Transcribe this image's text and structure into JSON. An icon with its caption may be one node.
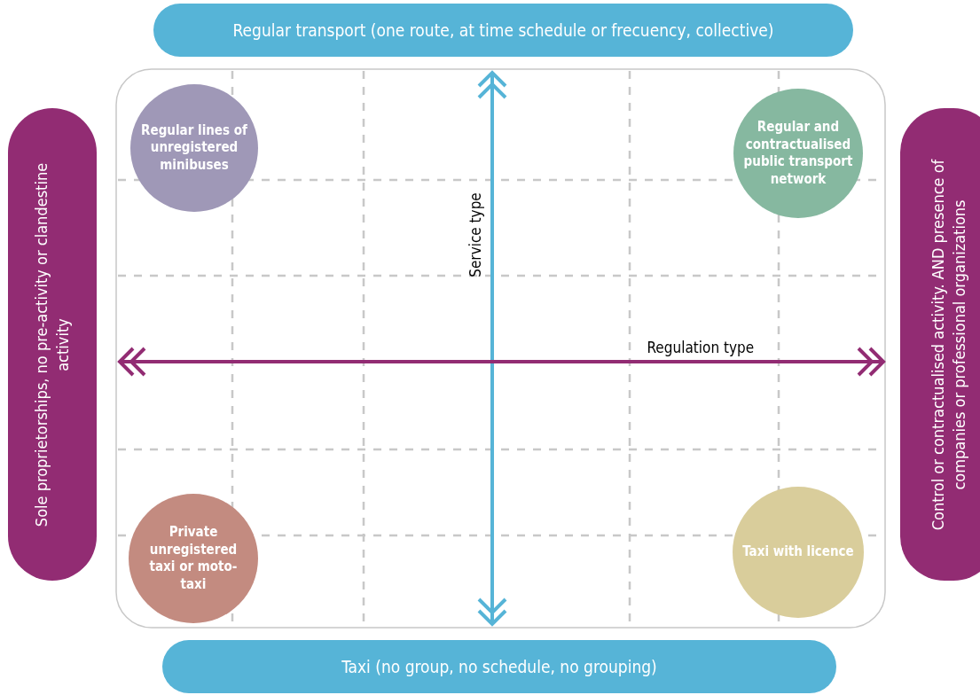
{
  "diagram": {
    "nodes": [
      {
        "text": [
          "Regular transport (one route, at time schedule or frecuency, collective)"
        ]
      },
      {
        "text": [
          "Sole proprietorships, no pre-activity or clandestine activity"
        ]
      },
      {
        "text": [
          "Control or contractualised activity. AND presence of companies or professional organizations"
        ]
      },
      {
        "text": [
          "Regular lines of unregistered minibuses"
        ]
      },
      {
        "text": [
          "Regular and contractualised public transport network"
        ]
      },
      {
        "text": [
          "Private unregistered taxi or moto-taxi"
        ]
      },
      {
        "text": [
          "Taxi with licence"
        ]
      },
      {
        "text": [
          "Taxi (no group, no schedule, no grouping)"
        ]
      }
    ],
    "edges": [],
    "labels": [
      "Service type",
      "Regulation type"
    ]
  }
}
